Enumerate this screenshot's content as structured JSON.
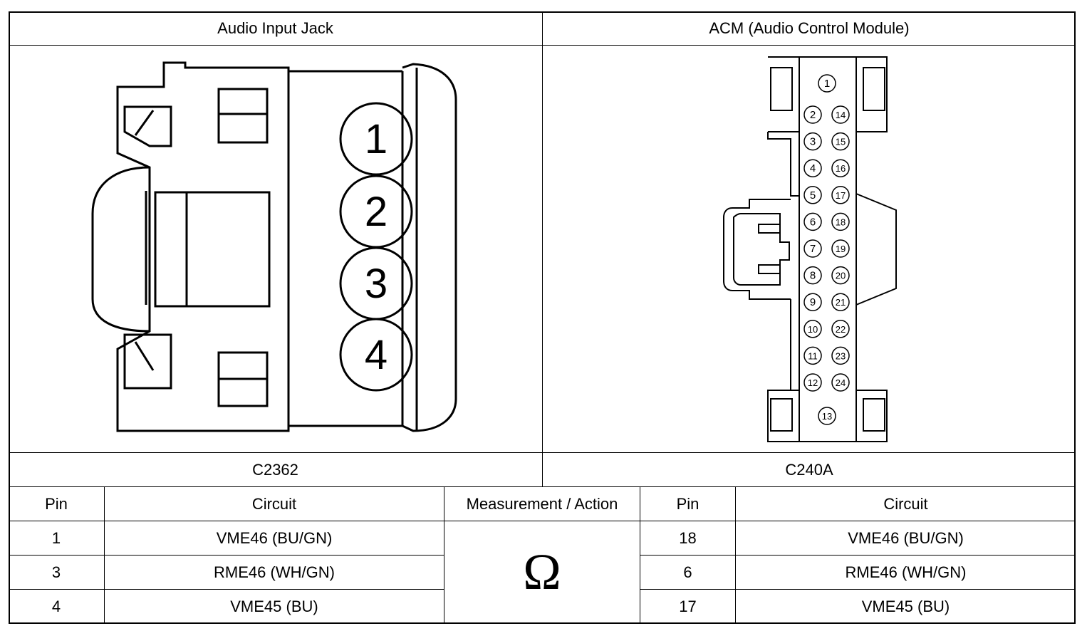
{
  "header": {
    "left_title": "Audio Input Jack",
    "right_title": "ACM (Audio Control Module)"
  },
  "connectors": {
    "left_id": "C2362",
    "right_id": "C240A",
    "left_pins": [
      "1",
      "2",
      "3",
      "4"
    ],
    "right_pins_col1": [
      "2",
      "3",
      "4",
      "5",
      "6",
      "7",
      "8",
      "9",
      "10",
      "11",
      "12"
    ],
    "right_pins_col2": [
      "14",
      "15",
      "16",
      "17",
      "18",
      "19",
      "20",
      "21",
      "22",
      "23",
      "24"
    ],
    "right_pin_top": "1",
    "right_pin_bottom": "13"
  },
  "table": {
    "headers": {
      "pin_left": "Pin",
      "circuit_left": "Circuit",
      "measurement": "Measurement / Action",
      "pin_right": "Pin",
      "circuit_right": "Circuit"
    },
    "measurement_symbol": "Ω",
    "rows": [
      {
        "pin_left": "1",
        "circuit_left": "VME46 (BU/GN)",
        "pin_right": "18",
        "circuit_right": "VME46 (BU/GN)"
      },
      {
        "pin_left": "3",
        "circuit_left": "RME46 (WH/GN)",
        "pin_right": "6",
        "circuit_right": "RME46 (WH/GN)"
      },
      {
        "pin_left": "4",
        "circuit_left": "VME45 (BU)",
        "pin_right": "17",
        "circuit_right": "VME45 (BU)"
      }
    ]
  }
}
